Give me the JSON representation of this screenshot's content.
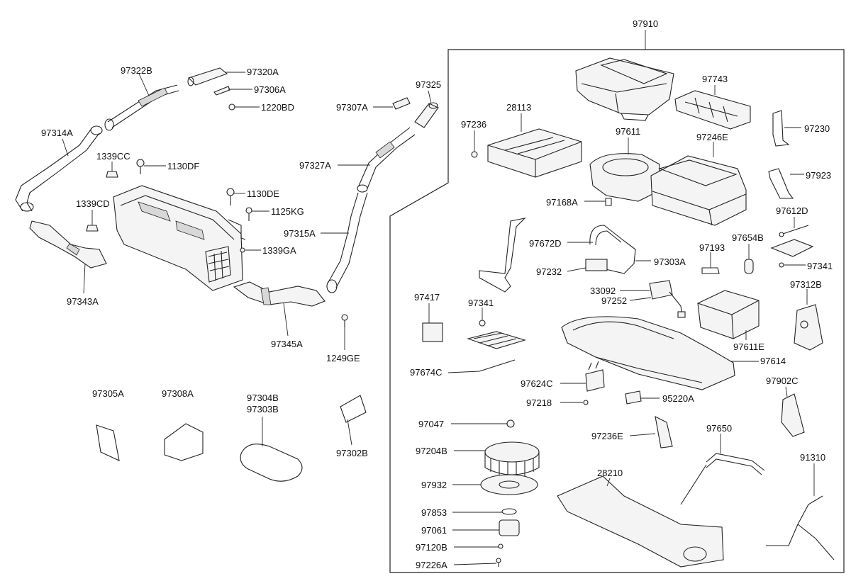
{
  "assembly_label": "97910",
  "labels": {
    "p97322B": "97322B",
    "p97320A": "97320A",
    "p97306A": "97306A",
    "p1220BD": "1220BD",
    "p97307A": "97307A",
    "p97325": "97325",
    "p97314A": "97314A",
    "p1339CC": "1339CC",
    "p1130DF": "1130DF",
    "p97327A": "97327A",
    "p1130DE": "1130DE",
    "p1339CD": "1339CD",
    "p1125KG": "1125KG",
    "p97315A": "97315A",
    "p1339GA": "1339GA",
    "p97343A": "97343A",
    "p97345A": "97345A",
    "p1249GE": "1249GE",
    "p97305A": "97305A",
    "p97308A": "97308A",
    "p97304B": "97304B",
    "p97303B": "97303B",
    "p97302B": "97302B",
    "p97743": "97743",
    "p28113": "28113",
    "p97236": "97236",
    "p97611": "97611",
    "p97230": "97230",
    "p97246E": "97246E",
    "p97923": "97923",
    "p97168A": "97168A",
    "p97612D": "97612D",
    "p97672D": "97672D",
    "p97654B": "97654B",
    "p97193": "97193",
    "p97303A": "97303A",
    "p97341b": "97341",
    "p97232": "97232",
    "p97312B": "97312B",
    "p33092": "33092",
    "p97252": "97252",
    "p97417": "97417",
    "p97341": "97341",
    "p97611E": "97611E",
    "p97614": "97614",
    "p97674C": "97674C",
    "p97624C": "97624C",
    "p97902C": "97902C",
    "p97218": "97218",
    "p95220A": "95220A",
    "p97047": "97047",
    "p97236E": "97236E",
    "p97650": "97650",
    "p97204B": "97204B",
    "p28210": "28210",
    "p91310": "91310",
    "p97932": "97932",
    "p97853": "97853",
    "p97061": "97061",
    "p97120B": "97120B",
    "p97226A": "97226A"
  }
}
